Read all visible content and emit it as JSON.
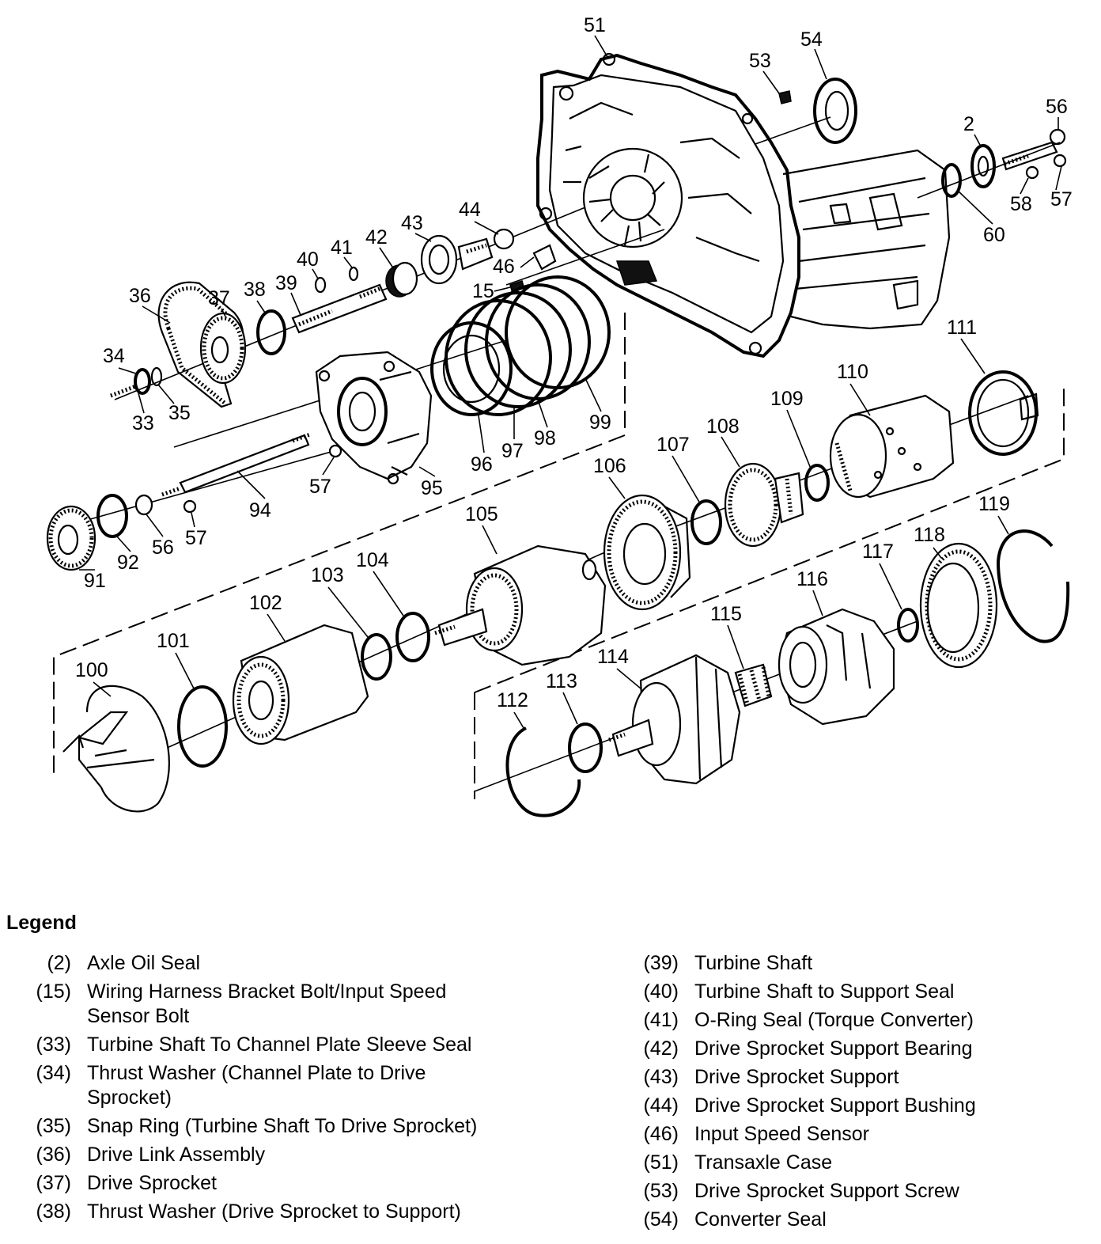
{
  "diagram": {
    "callouts": [
      "51",
      "54",
      "53",
      "56",
      "2",
      "57",
      "58",
      "60",
      "44",
      "43",
      "42",
      "41",
      "40",
      "46",
      "15",
      "39",
      "38",
      "37",
      "36",
      "34",
      "33",
      "35",
      "111",
      "110",
      "109",
      "108",
      "107",
      "106",
      "105",
      "104",
      "103",
      "102",
      "101",
      "100",
      "99",
      "98",
      "97",
      "96",
      "95",
      "94",
      "57",
      "56",
      "92",
      "91",
      "57",
      "119",
      "118",
      "117",
      "116",
      "115",
      "114",
      "113",
      "112"
    ]
  },
  "legend": {
    "title": "Legend",
    "left": [
      {
        "num": "(2)",
        "desc": "Axle Oil Seal"
      },
      {
        "num": "(15)",
        "desc": "Wiring Harness Bracket Bolt/Input Speed Sensor Bolt"
      },
      {
        "num": "(33)",
        "desc": "Turbine Shaft To Channel Plate Sleeve Seal"
      },
      {
        "num": "(34)",
        "desc": "Thrust Washer (Channel Plate to Drive Sprocket)"
      },
      {
        "num": "(35)",
        "desc": "Snap Ring (Turbine Shaft To Drive Sprocket)"
      },
      {
        "num": "(36)",
        "desc": "Drive Link Assembly"
      },
      {
        "num": "(37)",
        "desc": "Drive Sprocket"
      },
      {
        "num": "(38)",
        "desc": "Thrust Washer (Drive Sprocket to Support)"
      }
    ],
    "right": [
      {
        "num": "(39)",
        "desc": "Turbine Shaft"
      },
      {
        "num": "(40)",
        "desc": "Turbine Shaft to Support Seal"
      },
      {
        "num": "(41)",
        "desc": "O-Ring Seal (Torque Converter)"
      },
      {
        "num": "(42)",
        "desc": "Drive Sprocket Support Bearing"
      },
      {
        "num": "(43)",
        "desc": "Drive Sprocket Support"
      },
      {
        "num": "(44)",
        "desc": "Drive Sprocket Support Bushing"
      },
      {
        "num": "(46)",
        "desc": "Input Speed Sensor"
      },
      {
        "num": "(51)",
        "desc": "Transaxle Case"
      },
      {
        "num": "(53)",
        "desc": "Drive Sprocket Support Screw"
      },
      {
        "num": "(54)",
        "desc": "Converter Seal"
      }
    ]
  }
}
